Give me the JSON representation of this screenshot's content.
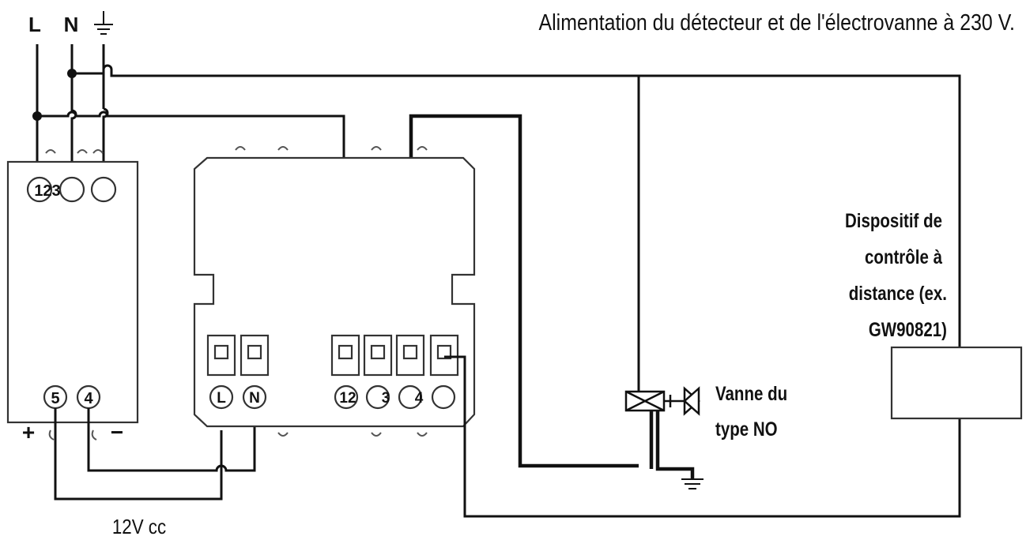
{
  "title": "Alimentation du détecteur et de l'électrovanne à 230 V.",
  "supply": {
    "line": "L",
    "neutral": "N"
  },
  "power_unit": {
    "top_terminals": "123",
    "out_plus_terminal": "5",
    "out_minus_terminal": "4",
    "plus_sign": "+",
    "minus_sign": "−"
  },
  "detector": {
    "supply_terminals": [
      "L",
      "N"
    ],
    "relay_terminals": [
      "12",
      "3",
      "4"
    ]
  },
  "dc_label": "12V cc",
  "valve": {
    "label_line1": "Vanne du",
    "label_line2": "type NO"
  },
  "remote_device": {
    "label_lines": [
      "Dispositif de",
      "contrôle à",
      "distance (ex.",
      "GW90821)"
    ]
  }
}
